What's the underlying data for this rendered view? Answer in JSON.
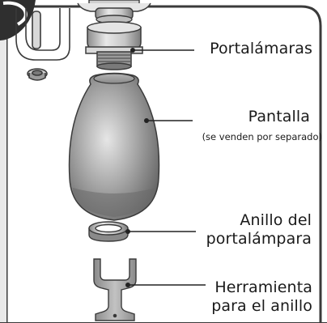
{
  "labels": {
    "portalamaras": "Portalámaras",
    "pantalla": "Pantalla",
    "pantalla_note": "(se venden por separado)",
    "anillo_line1": "Anillo del",
    "anillo_line2": "portalámpara",
    "herramienta_line1": "Herramienta",
    "herramienta_line2": "para el anillo"
  },
  "colors": {
    "frame": "#3a3a3a",
    "frame_bg": "#f0f0f0",
    "globe_dark": "#6f6f6f",
    "globe_light": "#d2d2d2",
    "metal_light": "#d7d7d7",
    "metal_dark": "#8a8a8a",
    "tool": "#9c9c9c"
  }
}
